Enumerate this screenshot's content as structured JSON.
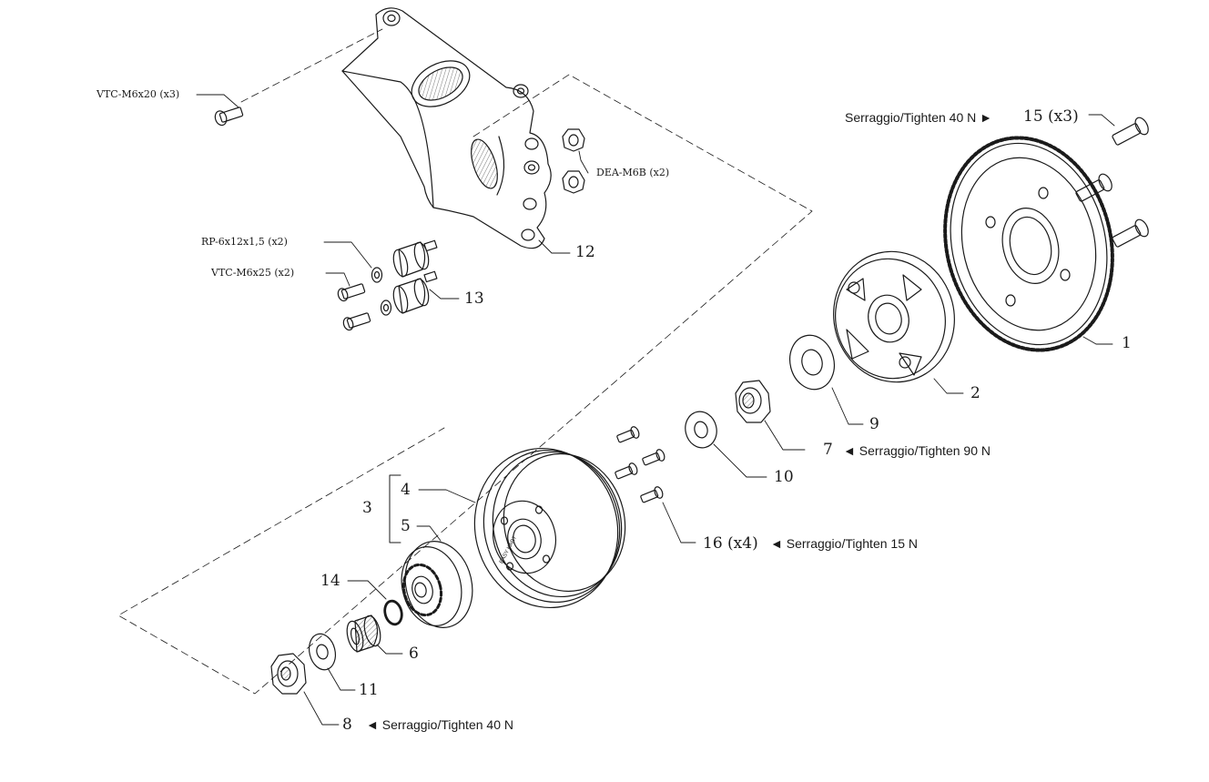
{
  "colors": {
    "ink": "#1a1a1a",
    "paper": "#ffffff"
  },
  "labels": {
    "vtc_m6x20": "VTC-M6x20 (x3)",
    "dea_m6b": "DEA-M6B (x2)",
    "rp_6x12": "RP-6x12x1,5 (x2)",
    "vtc_m6x25": "VTC-M6x25 (x2)",
    "n12": "12",
    "n13": "13",
    "n1": "1",
    "n2": "2",
    "n9": "9",
    "n7": "7",
    "n10": "10",
    "n3": "3",
    "n4": "4",
    "n5": "5",
    "n14": "14",
    "n6": "6",
    "n11": "11",
    "n8": "8",
    "n16": "16 (x4)",
    "n15": "15 (x3)",
    "tq15_prefix": "Serraggio/Tighten 40 N ►",
    "tq7": "◄ Serraggio/Tighten 90 N",
    "tq16": "◄ Serraggio/Tighten 15 N",
    "tq8": "◄ Serraggio/Tighten 40 N",
    "drum_brand": "EASY KART"
  }
}
